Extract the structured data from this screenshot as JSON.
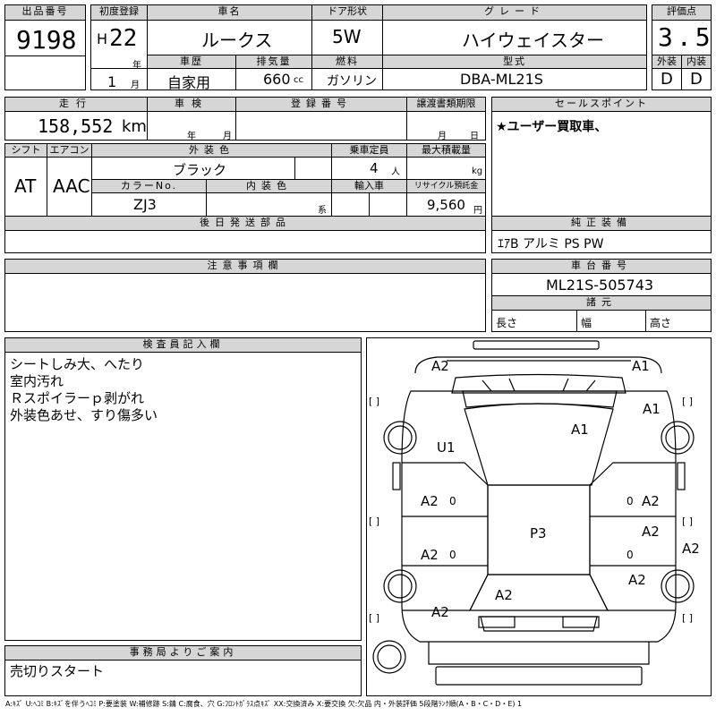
{
  "header": {
    "lot_label": "出品番号",
    "lot_number": "9198",
    "first_reg_label": "初度登録",
    "era": "H",
    "year": "22",
    "year_unit": "年",
    "month": "1",
    "month_unit": "月",
    "model_label": "車名",
    "model": "ルークス",
    "door_label": "ドア形状",
    "door": "5W",
    "grade_label": "グレード",
    "grade": "ハイウェイスター",
    "score_label": "評価点",
    "score": "3.5",
    "history_label": "車歴",
    "history": "自家用",
    "displacement_label": "排気量",
    "displacement": "660",
    "displacement_unit": "cc",
    "fuel_label": "燃料",
    "fuel": "ガソリン",
    "type_label": "型式",
    "type": "DBA-ML21S",
    "exterior_label": "外装",
    "exterior_grade": "D",
    "interior_label": "内装",
    "interior_grade": "D"
  },
  "row2": {
    "mileage_label": "走行",
    "mileage": "158,552",
    "mileage_unit": "km",
    "inspection_label": "車検",
    "insp_year_unit": "年",
    "insp_month_unit": "月",
    "reg_label": "登録番号",
    "transfer_label": "譲渡書類期限",
    "transfer_month_unit": "月",
    "transfer_day_unit": "日",
    "sales_label": "セールスポイント",
    "sales_text": "★ユーザー買取車、"
  },
  "row3": {
    "shift_label": "シフト",
    "shift": "AT",
    "ac_label": "エアコン",
    "ac": "AAC",
    "color_label": "外装色",
    "color": "ブラック",
    "capacity_label": "乗車定員",
    "capacity": "4",
    "capacity_unit": "人",
    "load_label": "最大積載量",
    "load_unit": "kg",
    "color_no_label": "カラーNo.",
    "color_no": "ZJ3",
    "int_color_label": "内装色",
    "int_color_unit": "系",
    "import_label": "輸入車",
    "recycle_label": "リサイクル預託金",
    "recycle": "9,560",
    "recycle_unit": "円"
  },
  "later_parts_label": "後日発送部品",
  "genuine": {
    "label": "純正装備",
    "value": "ｴｱB アルミ PS PW"
  },
  "notes_label": "注意事項欄",
  "chassis": {
    "label": "車台番号",
    "value": "ML21S-505743"
  },
  "specs": {
    "label": "諸元",
    "length": "長さ",
    "width": "幅",
    "height": "高さ"
  },
  "inspector": {
    "label": "検査員記入欄",
    "lines": [
      "シートしみ大、へたり",
      "室内汚れ",
      "Ｒスポイラーｐ剥がれ",
      "外装色あせ、すり傷多い"
    ]
  },
  "office": {
    "label": "事務局よりご案内",
    "text": "売切りスタート"
  },
  "diagram": {
    "bracket_left_top": "[  ]",
    "bracket_right_top": "[  ]",
    "bracket_left_mid": "[  ]",
    "bracket_right_mid": "[  ]",
    "bracket_left_bottom": "[  ]",
    "bracket_right_bottom": "[  ]",
    "marks": {
      "front_left": "A2",
      "front_right": "A1",
      "hood": "A1",
      "fender_right": "A1",
      "fender_left": "U1",
      "door_fl": "A2",
      "door_fr": "A2",
      "door_rl": "A2",
      "door_rr": "A2",
      "roof": "P3",
      "side_right": "A2",
      "rear_right": "A2",
      "tailgate": "A2",
      "rear_left": "A2"
    },
    "zero_marks": [
      "0",
      "0",
      "0",
      "0"
    ]
  },
  "legend": "A:ｷｽﾞ U:ﾍｺﾐ B:ｷｽﾞを伴うﾍｺﾐ P:要塗装 W:補修跡 S:錆 C:腐食、穴 G:ﾌﾛﾝﾄｶﾞﾗｽ点ｷｽﾞ XX:交換済み X:要交換 欠:欠品 内・外装評価 5段階ﾗﾝｸ順(A・B・C・D・E) 1"
}
